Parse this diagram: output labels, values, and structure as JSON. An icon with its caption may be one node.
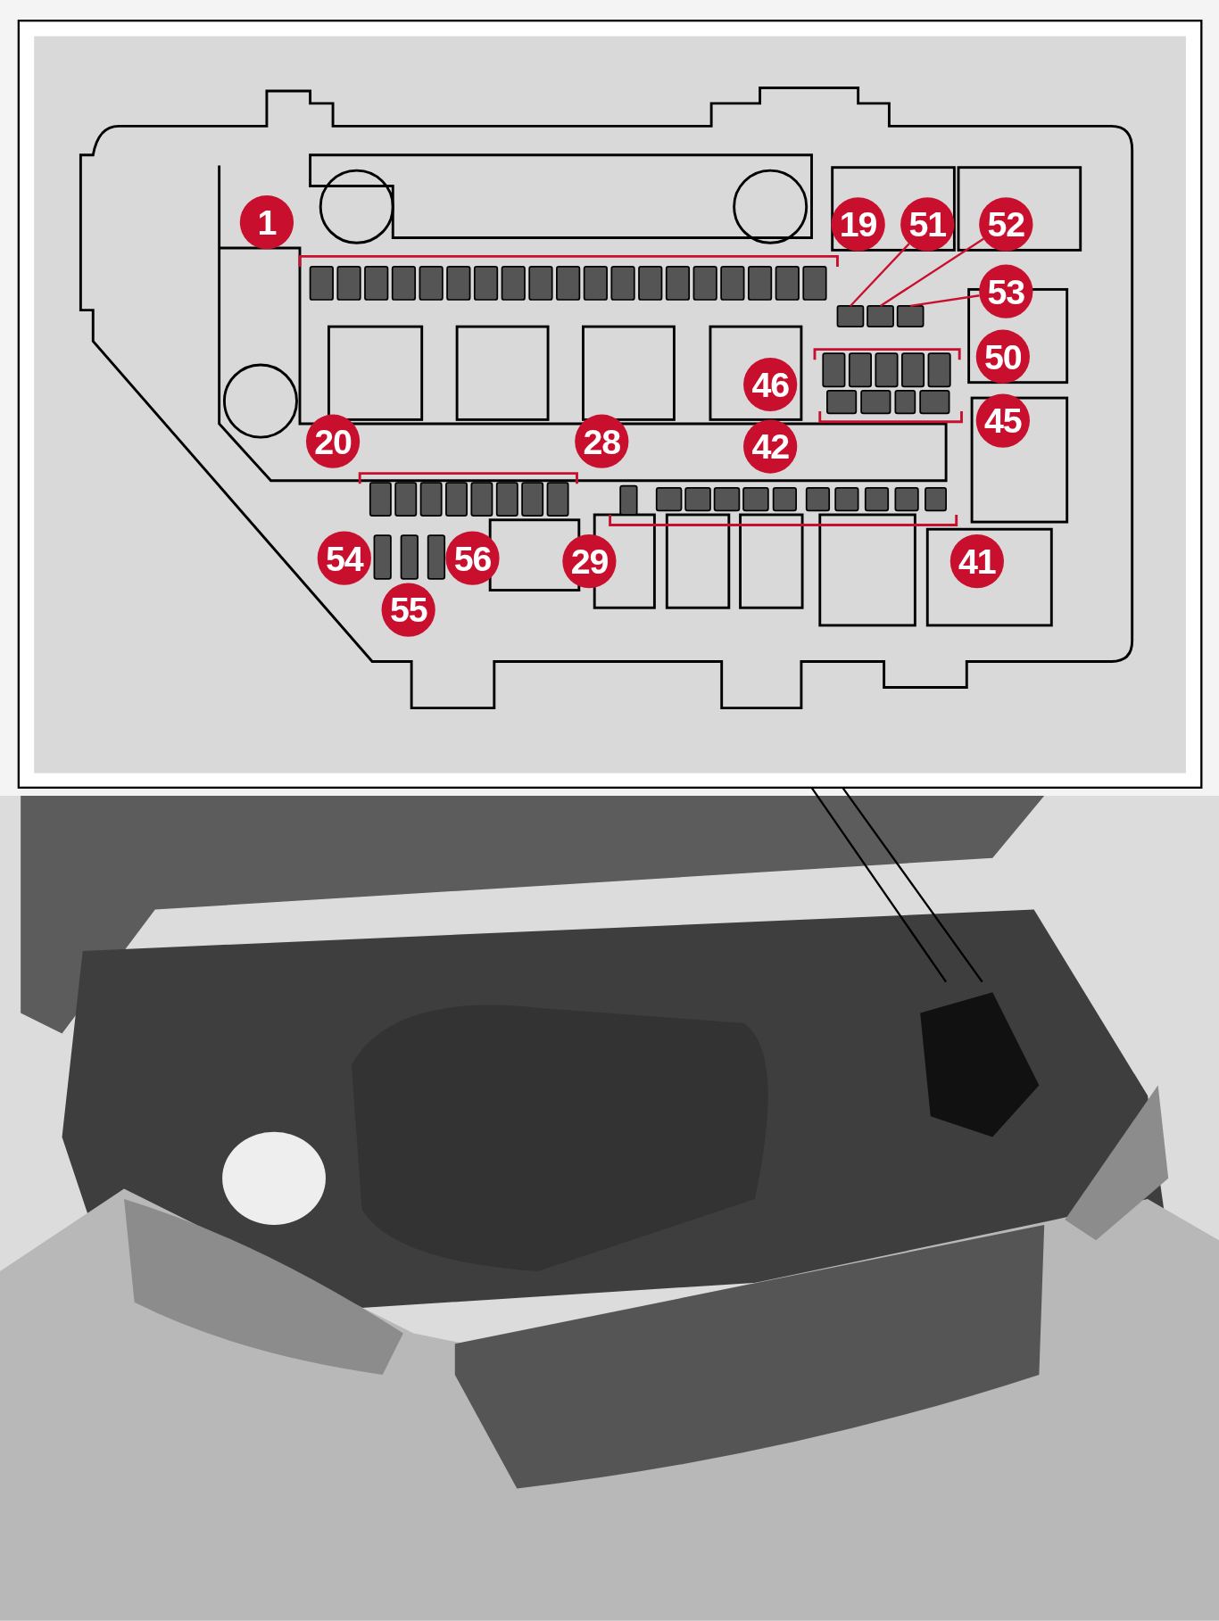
{
  "diagram": {
    "nodes": [
      {
        "text": [
          "1"
        ]
      },
      {
        "text": [
          "19"
        ]
      },
      {
        "text": [
          "51"
        ]
      },
      {
        "text": [
          "52"
        ]
      },
      {
        "text": [
          "53"
        ]
      },
      {
        "text": [
          "50"
        ]
      },
      {
        "text": [
          "46"
        ]
      },
      {
        "text": [
          "45"
        ]
      },
      {
        "text": [
          "20"
        ]
      },
      {
        "text": [
          "28"
        ]
      },
      {
        "text": [
          "42"
        ]
      },
      {
        "text": [
          "54"
        ]
      },
      {
        "text": [
          "56"
        ]
      },
      {
        "text": [
          "29"
        ]
      },
      {
        "text": [
          "41"
        ]
      },
      {
        "text": [
          "55"
        ]
      },
      {
        "text": [],
        "shape": "box"
      },
      {
        "text": [],
        "shape": "box"
      },
      {
        "text": [],
        "shape": "box"
      }
    ],
    "edges": [
      {
        "from": 2,
        "to": 16,
        "arrow": "none"
      },
      {
        "from": 3,
        "to": 17,
        "arrow": "none"
      },
      {
        "from": 4,
        "to": 18,
        "arrow": "none"
      }
    ]
  }
}
